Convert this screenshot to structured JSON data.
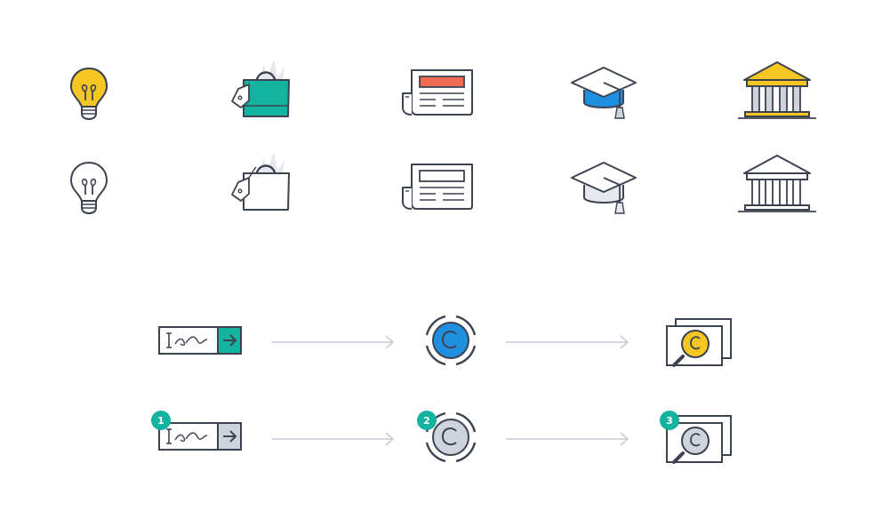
{
  "colors": {
    "ink": "#3d4250",
    "gray_fill": "#cfd3dc",
    "gray_light": "#e6e8ee",
    "yellow": "#f6c623",
    "teal": "#14b3a0",
    "blue": "#1f8fe0",
    "red": "#ef6b53",
    "arrow": "#c7ccd6"
  },
  "icon_grid": {
    "columns": [
      "lightbulb-icon",
      "shopping-bag-icon",
      "newspaper-icon",
      "graduation-cap-icon",
      "museum-icon"
    ],
    "rows": [
      "colored",
      "outline"
    ]
  },
  "steps": [
    {
      "number": "1",
      "icon": "search-input-icon"
    },
    {
      "number": "2",
      "icon": "copyright-icon"
    },
    {
      "number": "3",
      "icon": "copyright-search-icon"
    }
  ]
}
